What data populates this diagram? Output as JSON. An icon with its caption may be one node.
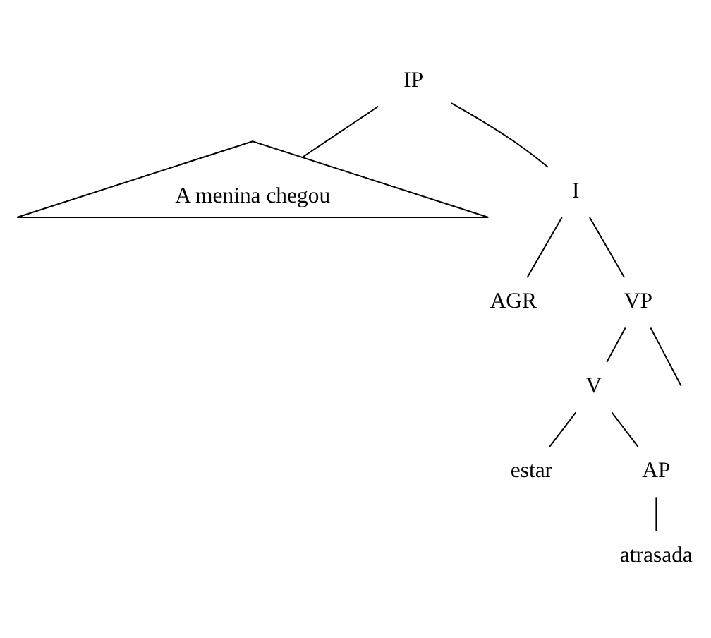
{
  "diagram": {
    "nodes": [
      {
        "text": [
          "IP"
        ]
      },
      {
        "text": [
          "A menina chegou"
        ]
      },
      {
        "text": [
          "I"
        ]
      },
      {
        "text": [
          "AGR"
        ]
      },
      {
        "text": [
          "VP"
        ]
      },
      {
        "text": [
          "V"
        ]
      },
      {
        "text": [
          "estar"
        ]
      },
      {
        "text": [
          "AP"
        ]
      },
      {
        "text": [
          "atrasada"
        ]
      }
    ],
    "edges": [
      {
        "from": 0,
        "to": 1,
        "arrow": "none"
      },
      {
        "from": 0,
        "to": 2,
        "arrow": "none"
      },
      {
        "from": 2,
        "to": 3,
        "arrow": "none"
      },
      {
        "from": 2,
        "to": 4,
        "arrow": "none"
      },
      {
        "from": 4,
        "to": null,
        "arrow": "none"
      },
      {
        "from": 4,
        "to": 5,
        "arrow": "none"
      },
      {
        "from": 5,
        "to": 6,
        "arrow": "none"
      },
      {
        "from": 5,
        "to": 7,
        "arrow": "none"
      },
      {
        "from": 7,
        "to": 8,
        "arrow": "none"
      }
    ]
  }
}
